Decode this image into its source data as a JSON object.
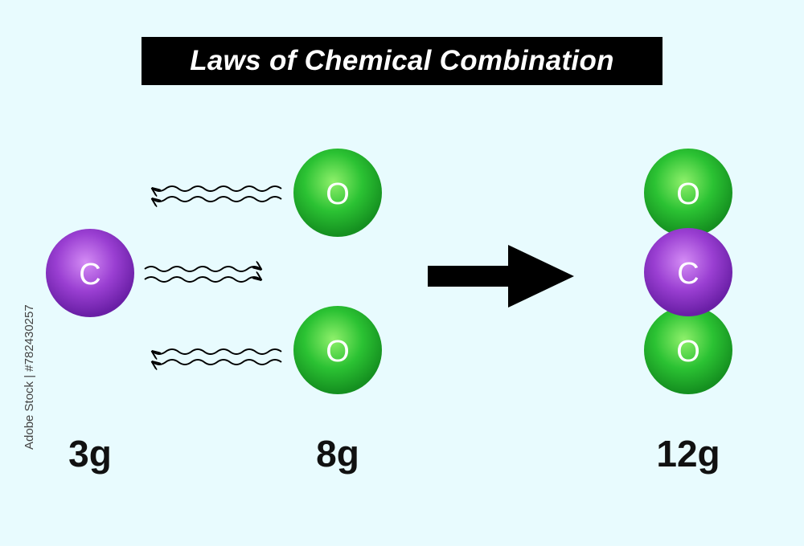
{
  "title": "Laws of Chemical Combination",
  "colors": {
    "background": "#e8fbfe",
    "carbon": "#9a3fd2",
    "oxygen": "#2bc233",
    "arrow": "#000000"
  },
  "atoms": {
    "carbon": "C",
    "oxygen_top": "O",
    "oxygen_bottom": "O",
    "product_oxygen_top": "O",
    "product_carbon": "C",
    "product_oxygen_bottom": "O"
  },
  "masses": {
    "carbon": "3g",
    "oxygen": "8g",
    "product": "12g"
  },
  "watermark": "Adobe Stock | #782430257",
  "icons": {
    "reaction_arrow": "right-arrow-icon",
    "wavy_arrows": "wavy-arrow-icon"
  }
}
